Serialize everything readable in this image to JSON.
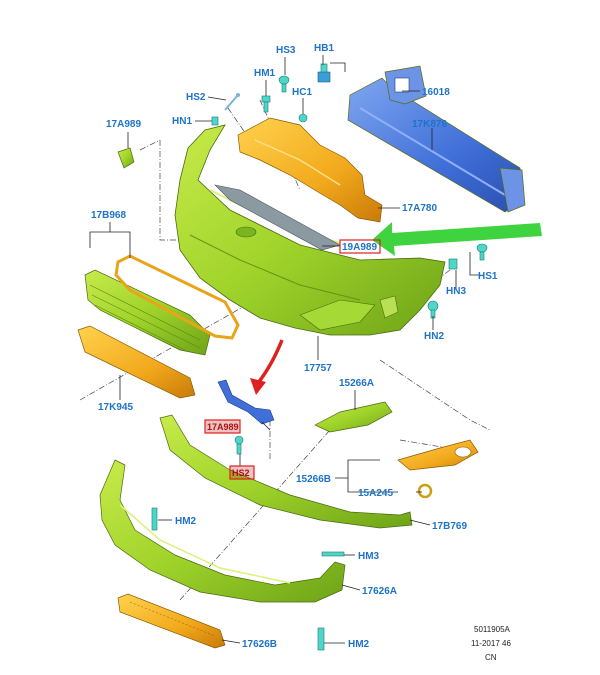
{
  "colors": {
    "label": "#1e73c8",
    "bumper": "#9fd32a",
    "orange_part": "#f2a91c",
    "blue_part": "#3f6fd8",
    "clip": "#4fd6c8",
    "highlight_box": "#e02020",
    "arrow_green": "#3fd33f",
    "arrow_red": "#e02020"
  },
  "labels": {
    "hs3": "HS3",
    "hb1": "HB1",
    "hm1": "HM1",
    "hc1": "HC1",
    "hs2": "HS2",
    "hn1": "HN1",
    "p16018": "16018",
    "p17k876": "17K876",
    "p17a989": "17A989",
    "p17a780": "17A780",
    "p17b968": "17B968",
    "p19a989": "19A989",
    "hs1": "HS1",
    "hn3": "HN3",
    "hn2": "HN2",
    "p17757": "17757",
    "p15266a": "15266A",
    "p17k945": "17K945",
    "p15266b": "15266B",
    "p15a245": "15A245",
    "p17b769": "17B769",
    "hm2_left": "HM2",
    "hm3": "HM3",
    "p17626a": "17626A",
    "p17626b": "17626B",
    "hm2_bottom": "HM2",
    "red_box_upper": "17A989",
    "red_box_lower": "HS2"
  },
  "footer": {
    "code": "5011905A",
    "date": "11-2017 46",
    "region": "CN"
  }
}
